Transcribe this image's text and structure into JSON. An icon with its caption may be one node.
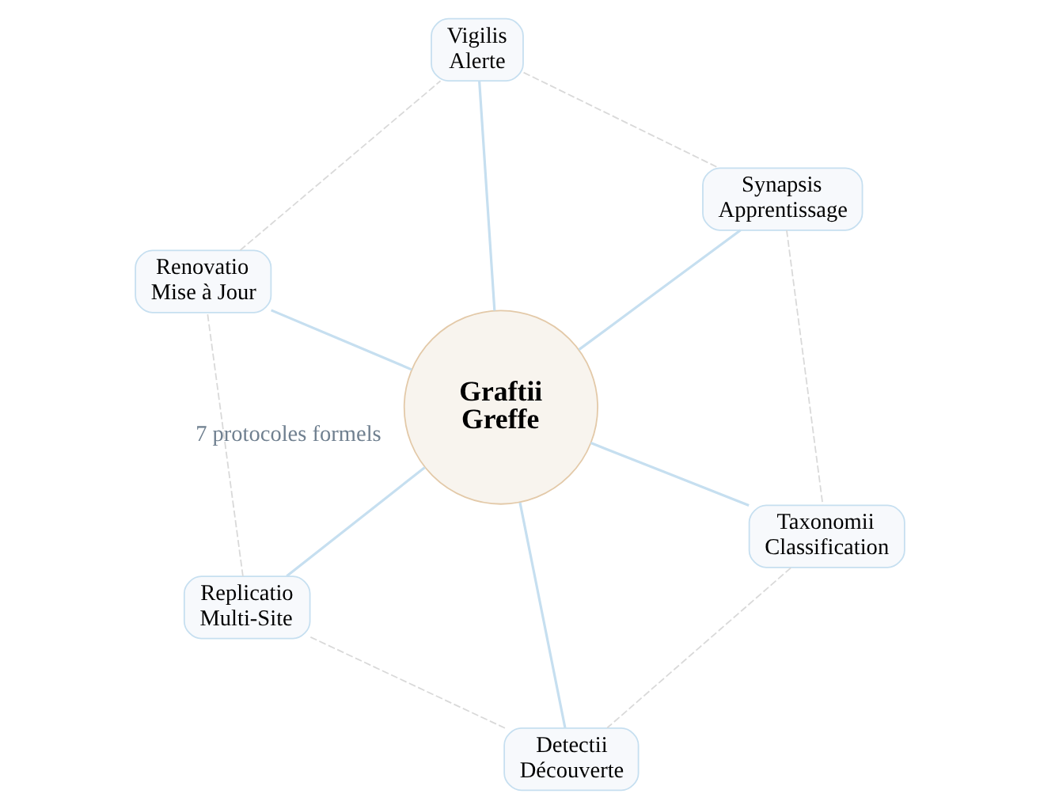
{
  "diagram": {
    "nodes": [
      {
        "text": [
          "Graftii",
          "Greffe"
        ]
      },
      {
        "text": [
          "Synapsis",
          "Apprentissage"
        ]
      },
      {
        "text": [
          "Taxonomii",
          "Classification"
        ]
      },
      {
        "text": [
          "Vigilis",
          "Alerte"
        ]
      },
      {
        "text": [
          "Detectii",
          "Découverte"
        ]
      },
      {
        "text": [
          "Renovatio",
          "Mise à Jour"
        ]
      },
      {
        "text": [
          "Replicatio",
          "Multi-Site"
        ]
      }
    ],
    "edges": [
      {
        "from": 0,
        "to": 1,
        "arrow": "none"
      },
      {
        "from": 0,
        "to": 2,
        "arrow": "none"
      },
      {
        "from": 0,
        "to": 3,
        "arrow": "none"
      },
      {
        "from": 0,
        "to": 4,
        "arrow": "none"
      },
      {
        "from": 0,
        "to": 5,
        "arrow": "none"
      },
      {
        "from": 0,
        "to": 6,
        "arrow": "none"
      },
      {
        "from": 1,
        "to": 2,
        "arrow": "none",
        "style": "dashed",
        "color": "#d9d9d9"
      },
      {
        "from": 2,
        "to": 4,
        "arrow": "none",
        "style": "dashed",
        "color": "#d9d9d9"
      },
      {
        "from": 4,
        "to": 6,
        "arrow": "none",
        "style": "dashed",
        "color": "#d9d9d9"
      },
      {
        "from": 6,
        "to": 5,
        "arrow": "none",
        "style": "dashed",
        "color": "#d9d9d9"
      },
      {
        "from": 5,
        "to": 3,
        "arrow": "none",
        "style": "dashed",
        "color": "#d9d9d9"
      },
      {
        "from": 3,
        "to": 1,
        "arrow": "none",
        "style": "dashed",
        "color": "#d9d9d9"
      }
    ],
    "labels": [
      "7 protocoles formels"
    ]
  }
}
